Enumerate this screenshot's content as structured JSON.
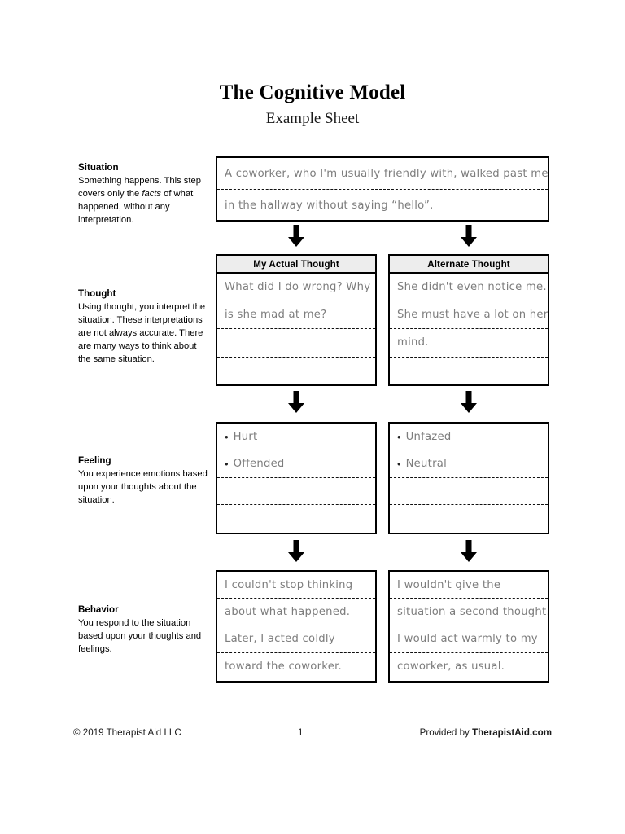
{
  "document": {
    "title": "The Cognitive Model",
    "subtitle": "Example Sheet"
  },
  "sections": {
    "situation": {
      "heading": "Situation",
      "description_1": "Something happens. This step covers only the ",
      "description_em": "facts",
      "description_2": " of what happened, without any interpretation.",
      "rows": [
        "A coworker, who I'm usually friendly with, walked past me",
        "in the hallway without saying “hello”."
      ]
    },
    "thought": {
      "heading": "Thought",
      "description": "Using thought, you interpret the situation. These interpretations are not always accurate. There are many ways to think about the same situation.",
      "columns": [
        {
          "header": "My Actual Thought",
          "rows": [
            "What did I do wrong? Why",
            "is she mad at me?",
            "",
            ""
          ]
        },
        {
          "header": "Alternate Thought",
          "rows": [
            "She didn't even notice me.",
            "She must have a lot on her",
            "mind.",
            ""
          ]
        }
      ]
    },
    "feeling": {
      "heading": "Feeling",
      "description": "You experience emotions based upon your thoughts about the situation.",
      "columns": [
        {
          "rows": [
            "Hurt",
            "Offended",
            "",
            ""
          ]
        },
        {
          "rows": [
            "Unfazed",
            "Neutral",
            "",
            ""
          ]
        }
      ],
      "bullet": "•"
    },
    "behavior": {
      "heading": "Behavior",
      "description": "You respond to the situation based upon your thoughts and feelings.",
      "columns": [
        {
          "rows": [
            "I couldn't stop thinking",
            "about what happened.",
            "Later, I acted coldly",
            "toward the coworker."
          ]
        },
        {
          "rows": [
            "I wouldn't give the",
            "situation a second thought.",
            "I would act warmly to my",
            "coworker, as usual."
          ]
        }
      ]
    }
  },
  "footer": {
    "copyright": "© 2019 Therapist Aid LLC",
    "page_number": "1",
    "provided_prefix": "Provided by ",
    "provided_brand": "TherapistAid.com"
  },
  "colors": {
    "ink": "#000000",
    "handwriting": "#7d7d7d",
    "header_fill": "#ededed"
  }
}
